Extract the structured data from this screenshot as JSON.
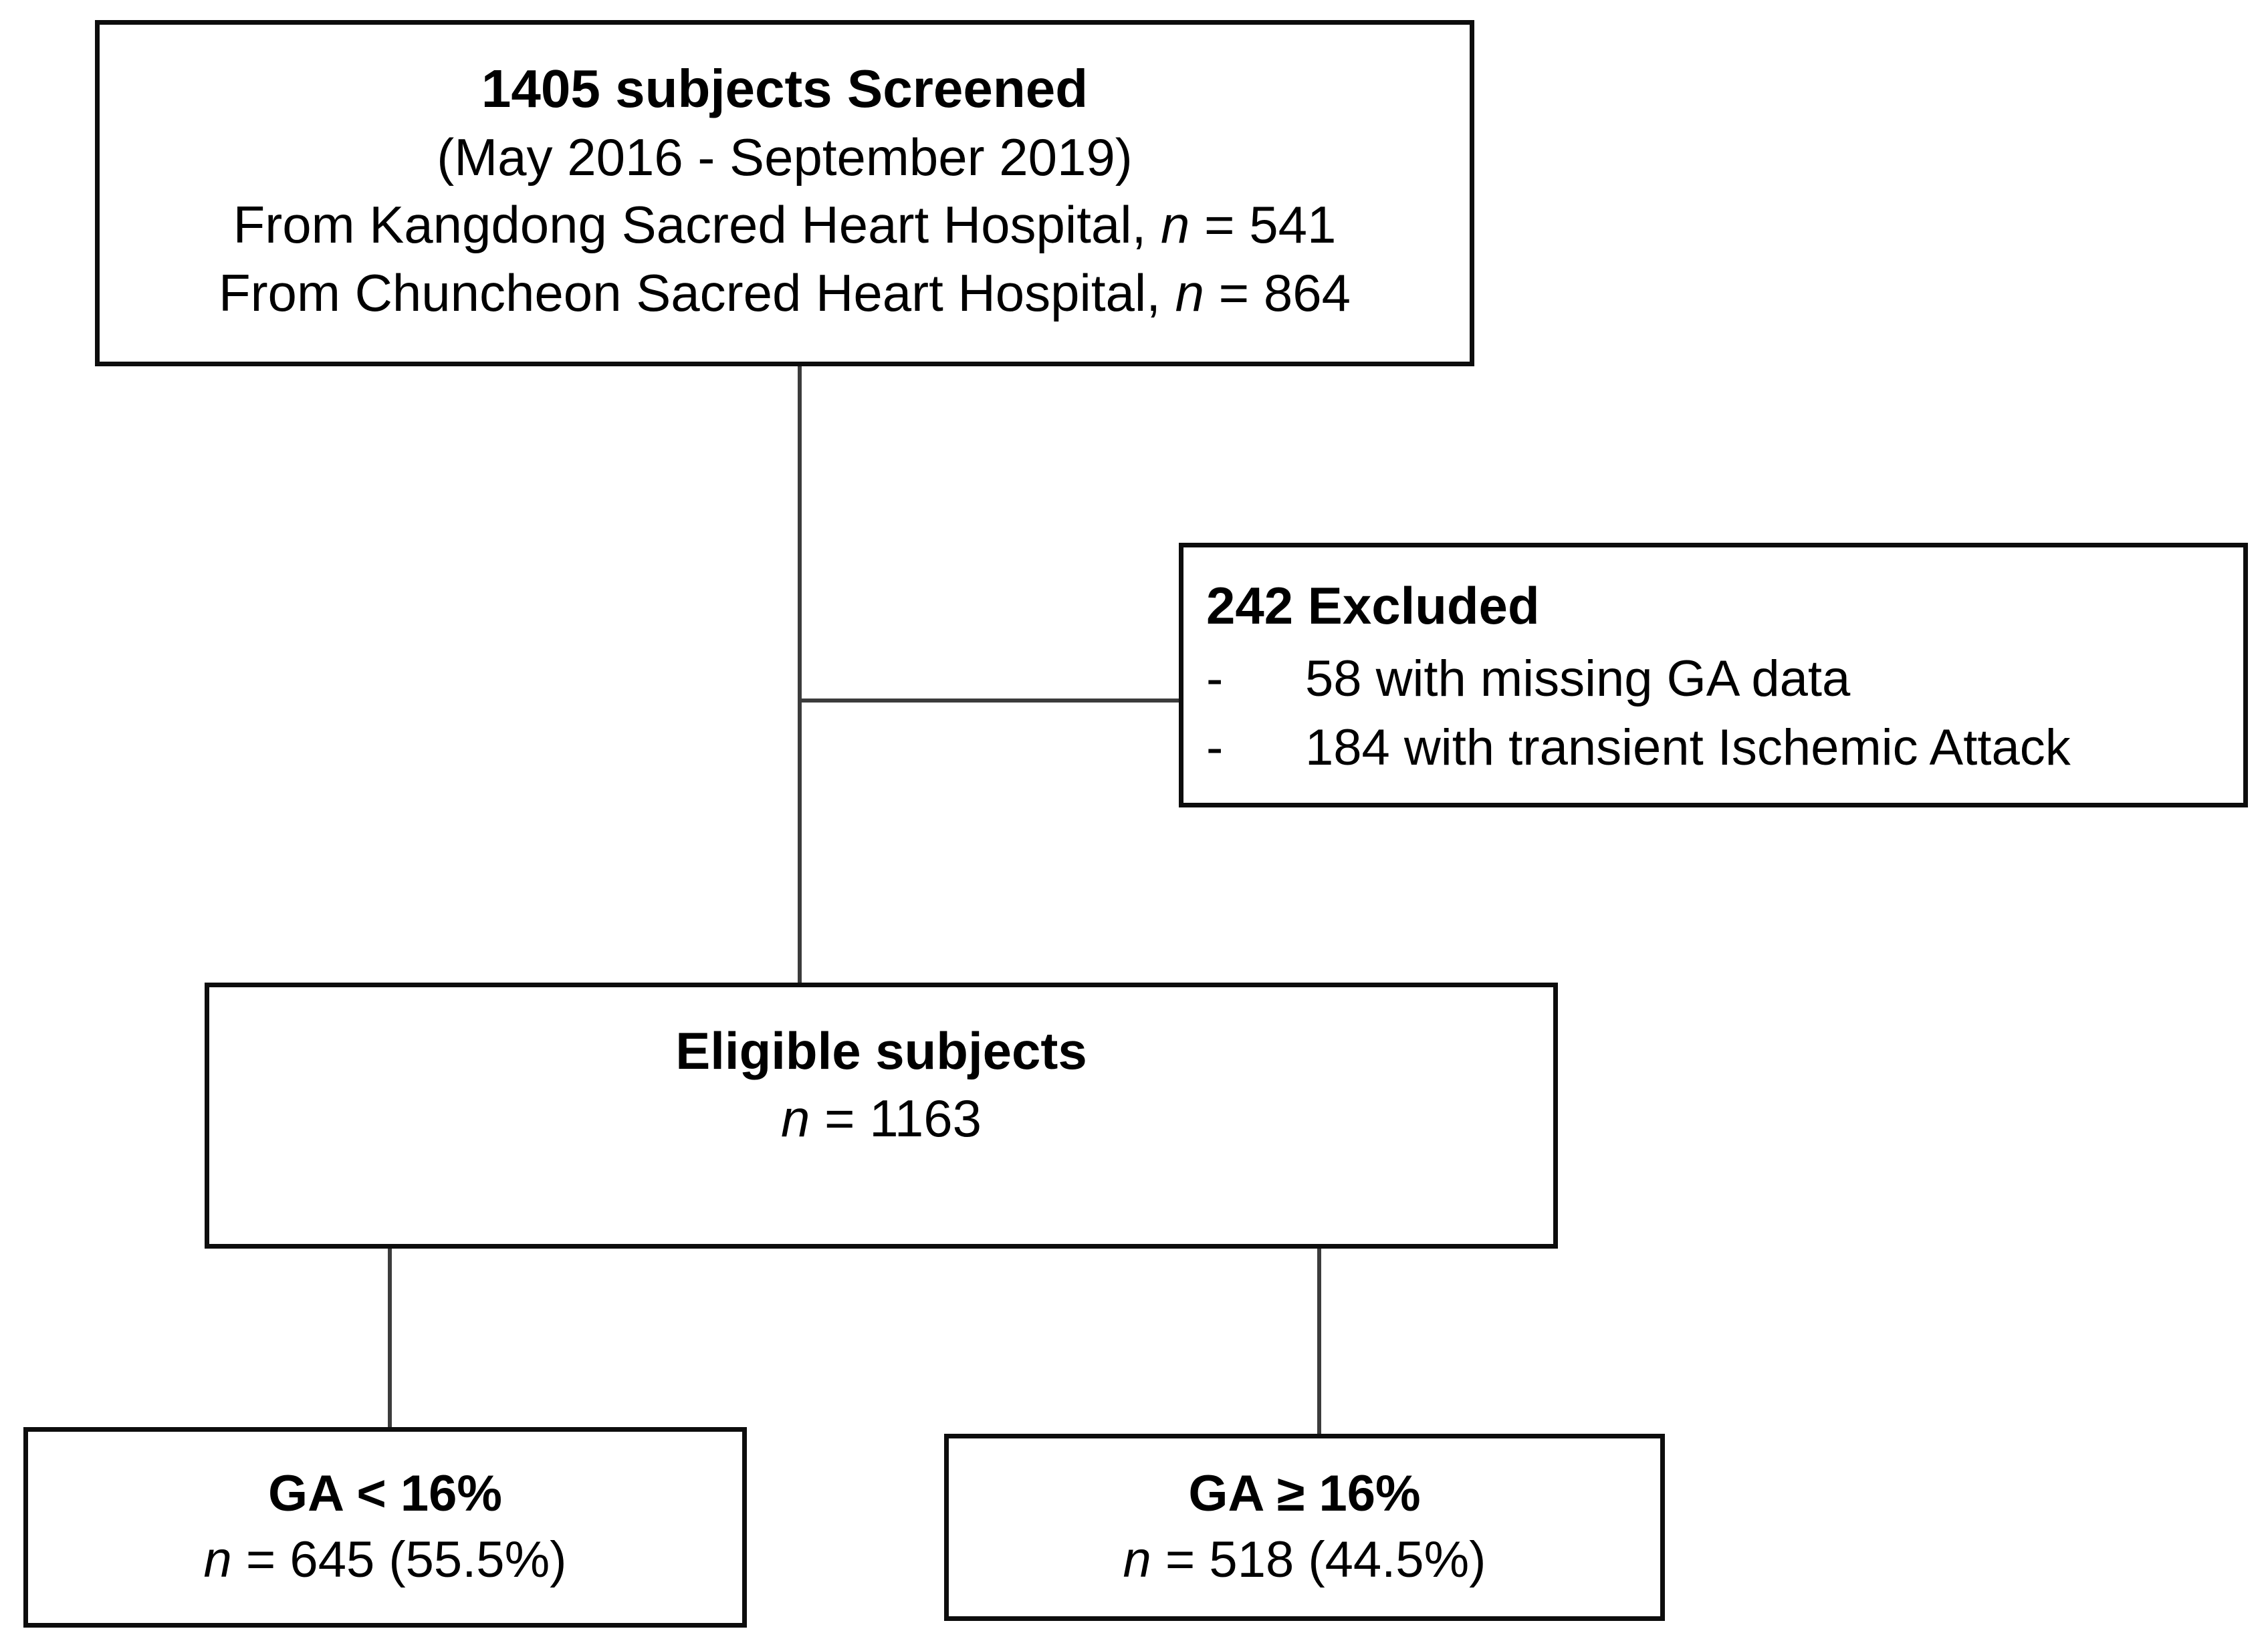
{
  "chart_data": {
    "type": "diagram",
    "title": "Study participant flow diagram",
    "nodes": [
      {
        "id": "screened",
        "lines": [
          "1405 subjects Screened",
          "(May 2016 - September 2019)",
          "From Kangdong Sacred Heart Hospital, n = 541",
          "From Chuncheon Sacred Heart Hospital, n = 864"
        ],
        "count": 1405
      },
      {
        "id": "excluded",
        "heading": "242 Excluded",
        "count": 242,
        "items": [
          {
            "dash": "-",
            "text": "58 with missing GA data",
            "count": 58
          },
          {
            "dash": "-",
            "text": "184 with transient Ischemic Attack",
            "count": 184
          }
        ]
      },
      {
        "id": "eligible",
        "lines": [
          "Eligible subjects",
          "n = 1163"
        ],
        "count": 1163
      },
      {
        "id": "ga-low",
        "lines": [
          "GA < 16%",
          "n = 645 (55.5%)"
        ],
        "count": 645,
        "percent": 55.5
      },
      {
        "id": "ga-high",
        "lines": [
          "GA ≥ 16%",
          "n = 518 (44.5%)"
        ],
        "count": 518,
        "percent": 44.5
      }
    ],
    "edges": [
      {
        "from": "screened",
        "to": "eligible"
      },
      {
        "from": "screened",
        "to": "excluded"
      },
      {
        "from": "eligible",
        "to": "ga-low"
      },
      {
        "from": "eligible",
        "to": "ga-high"
      }
    ]
  },
  "screened": {
    "line1": "1405 subjects Screened",
    "line2": "(May 2016 - September 2019)",
    "line3_prefix": "From Kangdong Sacred Heart Hospital, ",
    "line3_n": "n",
    "line3_value": " = 541",
    "line4_prefix": "From Chuncheon Sacred Heart Hospital, ",
    "line4_n": "n",
    "line4_value": " = 864"
  },
  "excluded": {
    "heading": "242 Excluded",
    "item1_dash": "-",
    "item1_text": "58 with missing GA data",
    "item2_dash": "-",
    "item2_text": "184 with transient Ischemic Attack"
  },
  "eligible": {
    "line1": "Eligible subjects",
    "line2_n": "n",
    "line2_value": " = 1163"
  },
  "ga_low": {
    "line1": "GA < 16%",
    "line2_n": "n",
    "line2_value": " = 645 (55.5%)"
  },
  "ga_high": {
    "line1": "GA ≥ 16%",
    "line2_n": "n",
    "line2_value": " = 518 (44.5%)"
  },
  "colors": {
    "border": "#0d0d0d",
    "connector": "#3c3c3c",
    "background": "#ffffff",
    "text": "#000000"
  }
}
